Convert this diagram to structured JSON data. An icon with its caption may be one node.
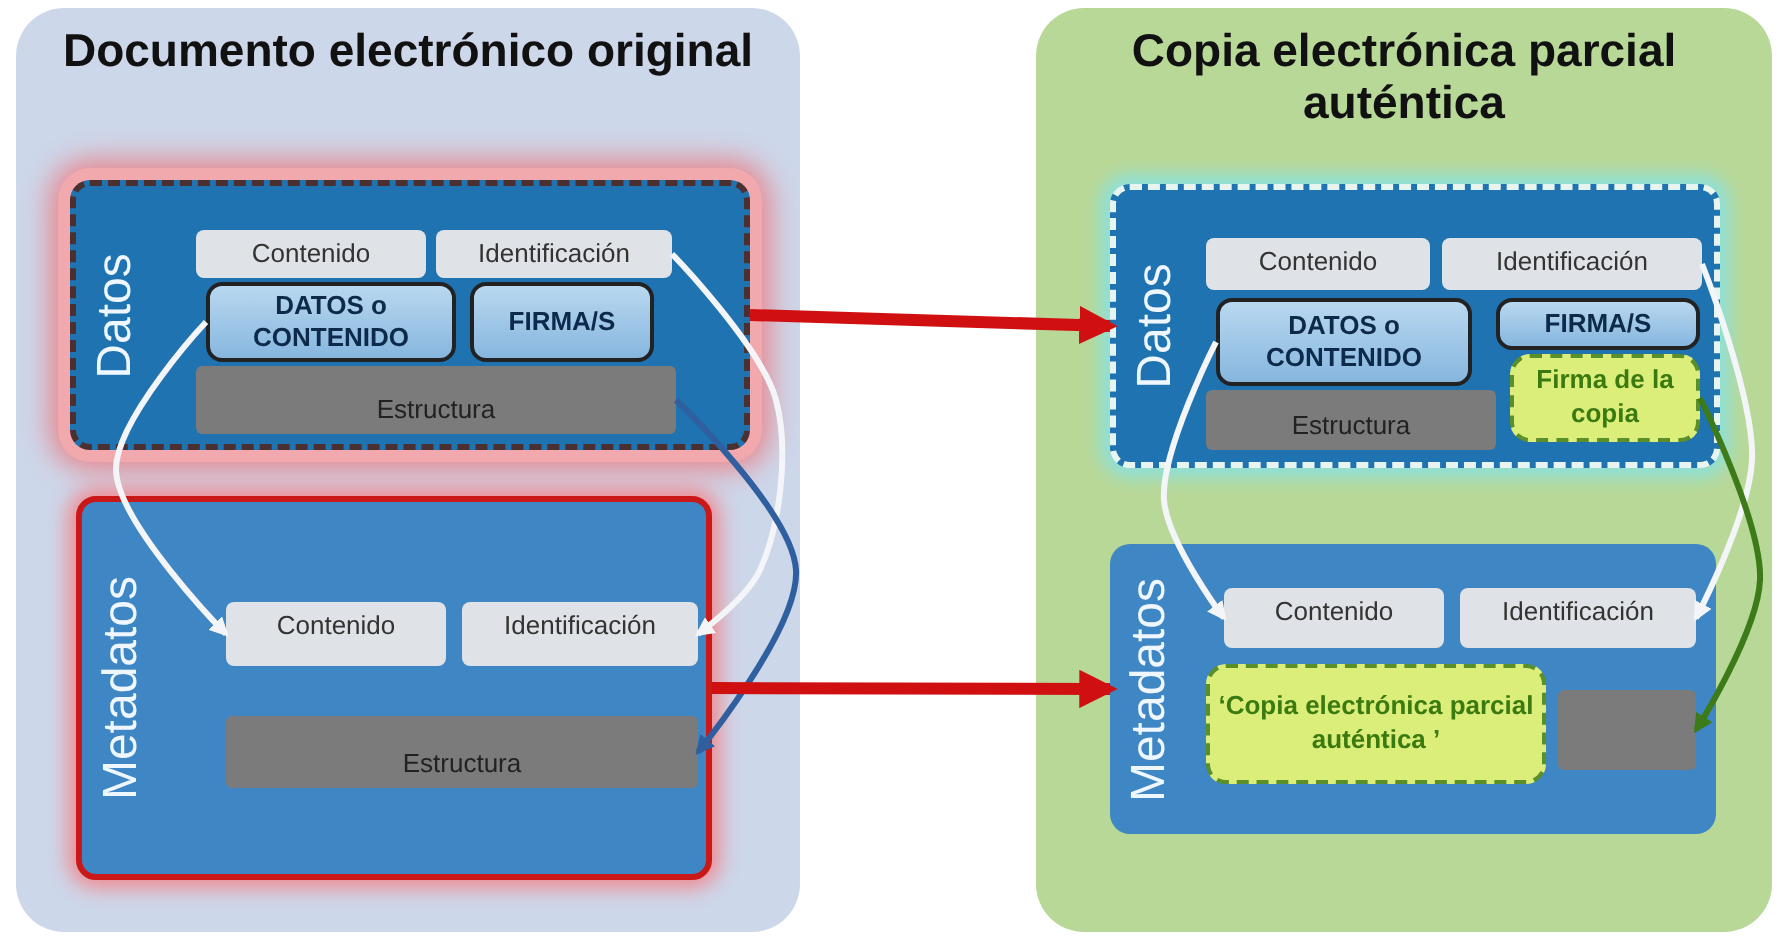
{
  "diagram": {
    "nodes": [
      {
        "text": [
          "Documento electrónico original"
        ]
      },
      {
        "text": [
          "Datos"
        ],
        "in": 0
      },
      {
        "text": [
          "Contenido"
        ],
        "in": 1
      },
      {
        "text": [
          "Identificación"
        ],
        "in": 1
      },
      {
        "text": [
          "Estructura"
        ],
        "in": 1
      },
      {
        "text": [
          "DATOS o CONTENIDO"
        ],
        "in": 1
      },
      {
        "text": [
          "FIRMA/S"
        ],
        "in": 1
      },
      {
        "text": [
          "Metadatos"
        ],
        "in": 0
      },
      {
        "text": [
          "Contenido"
        ],
        "in": 7
      },
      {
        "text": [
          "Identificación"
        ],
        "in": 7
      },
      {
        "text": [
          "Estructura"
        ],
        "in": 7
      },
      {
        "text": [
          "Copia electrónica parcial auténtica"
        ]
      },
      {
        "text": [
          "Datos"
        ],
        "in": 11
      },
      {
        "text": [
          "Contenido"
        ],
        "in": 12
      },
      {
        "text": [
          "Identificación"
        ],
        "in": 12
      },
      {
        "text": [
          "Estructura"
        ],
        "in": 12
      },
      {
        "text": [
          "DATOS o CONTENIDO"
        ],
        "in": 12
      },
      {
        "text": [
          "FIRMA/S"
        ],
        "in": 12
      },
      {
        "text": [
          "Firma de la copia"
        ],
        "in": 12
      },
      {
        "text": [
          "Metadatos"
        ],
        "in": 11
      },
      {
        "text": [
          "Contenido"
        ],
        "in": 19
      },
      {
        "text": [
          "Identificación"
        ],
        "in": 19
      },
      {
        "text": [],
        "shape": "bar",
        "in": 19
      },
      {
        "text": [
          "‘Copia electrónica parcial auténtica ’"
        ],
        "in": 19
      }
    ],
    "edges": [
      {
        "from": 3,
        "to": 9,
        "arrow": "to"
      },
      {
        "from": 5,
        "to": 8,
        "arrow": "to"
      },
      {
        "from": 4,
        "to": 10,
        "arrow": "to",
        "color": "#2f5f9e"
      },
      {
        "from": 1,
        "to": 12,
        "arrow": "to",
        "style": "thick",
        "color": "#d01010"
      },
      {
        "from": 7,
        "to": 19,
        "arrow": "to",
        "style": "thick",
        "color": "#d01010"
      },
      {
        "from": 14,
        "to": 21,
        "arrow": "to"
      },
      {
        "from": 16,
        "to": 20,
        "arrow": "to"
      },
      {
        "from": 18,
        "to": 22,
        "arrow": "to",
        "color": "#3d7a1a"
      }
    ]
  }
}
